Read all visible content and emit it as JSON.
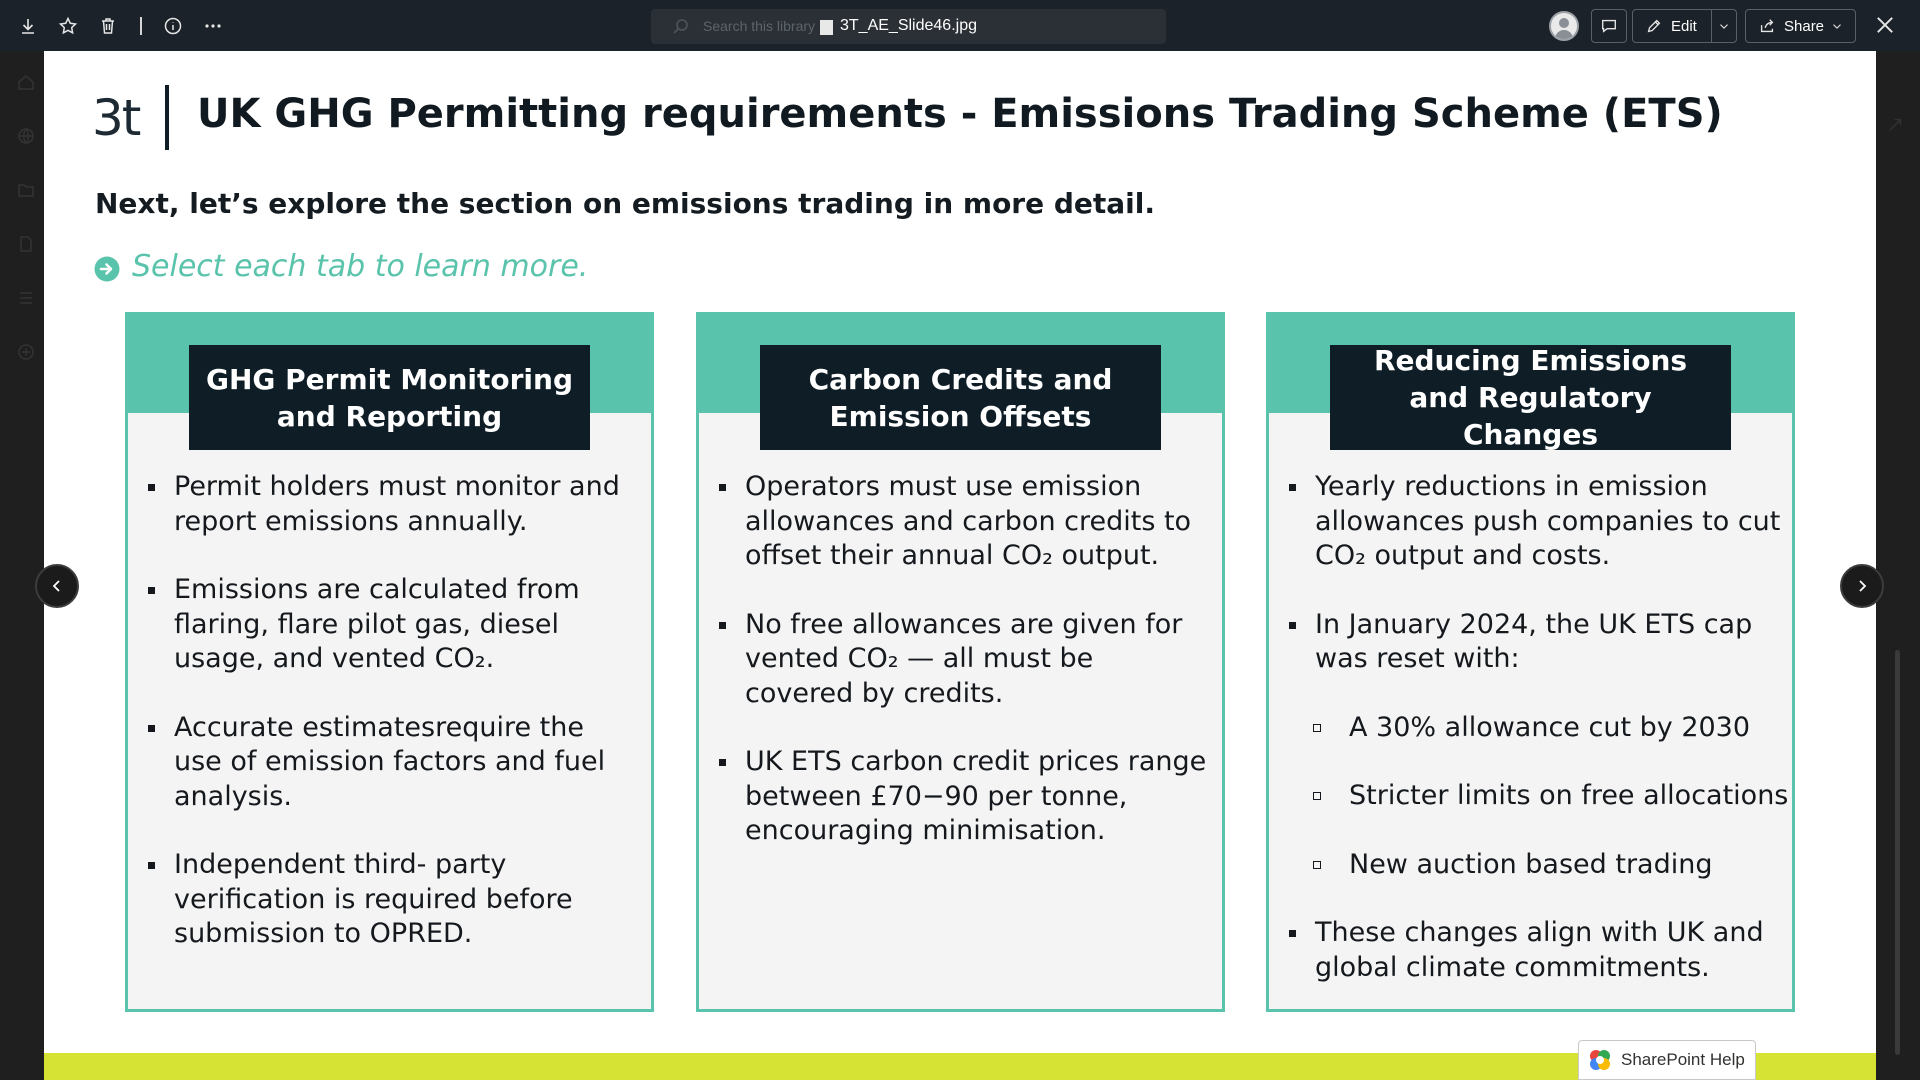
{
  "toolbar": {
    "search_placeholder": "Search this library",
    "file_name": "3T_AE_Slide46.jpg",
    "edit_label": "Edit",
    "share_label": "Share"
  },
  "slide": {
    "logo": "3t",
    "title": "UK GHG Permitting requirements - Emissions Trading Scheme (ETS)",
    "intro": "Next, let’s explore the section on emissions trading in more detail.",
    "prompt": "Select each tab to learn more.",
    "panels": [
      {
        "heading": "GHG Permit Monitoring and Reporting",
        "bullets": [
          "Permit holders must monitor and report emissions annually.",
          "Emissions are calculated from flaring, flare pilot gas, diesel usage, and vented CO₂.",
          "Accurate estimatesrequire the use of emission factors and fuel analysis.",
          "Independent third- party verification is required before submission to OPRED."
        ]
      },
      {
        "heading": "Carbon Credits and Emission Offsets",
        "bullets": [
          "Operators must use emission allowances and carbon credits to offset their annual CO₂ output.",
          "No free allowances are given for vented CO₂ — all must be covered by credits.",
          "UK ETS carbon credit prices range between £70−90 per tonne, encouraging minimisation."
        ]
      },
      {
        "heading": "Reducing Emissions and Regulatory Changes",
        "bullets": [
          "Yearly reductions in emission allowances push companies to cut CO₂ output and costs.",
          "In January 2024, the UK ETS cap was reset with:",
          "These changes align with UK and global climate commitments."
        ],
        "sub_bullets": [
          "A 30% allowance cut by 2030",
          "Stricter limits on free allocations",
          "New auction based trading"
        ]
      }
    ]
  },
  "help": {
    "label": "SharePoint Help"
  },
  "colors": {
    "accent_teal": "#5ac3ab",
    "dark_navy": "#0f1e26",
    "footer_lime": "#d6e335",
    "topbar": "#1b2229"
  }
}
